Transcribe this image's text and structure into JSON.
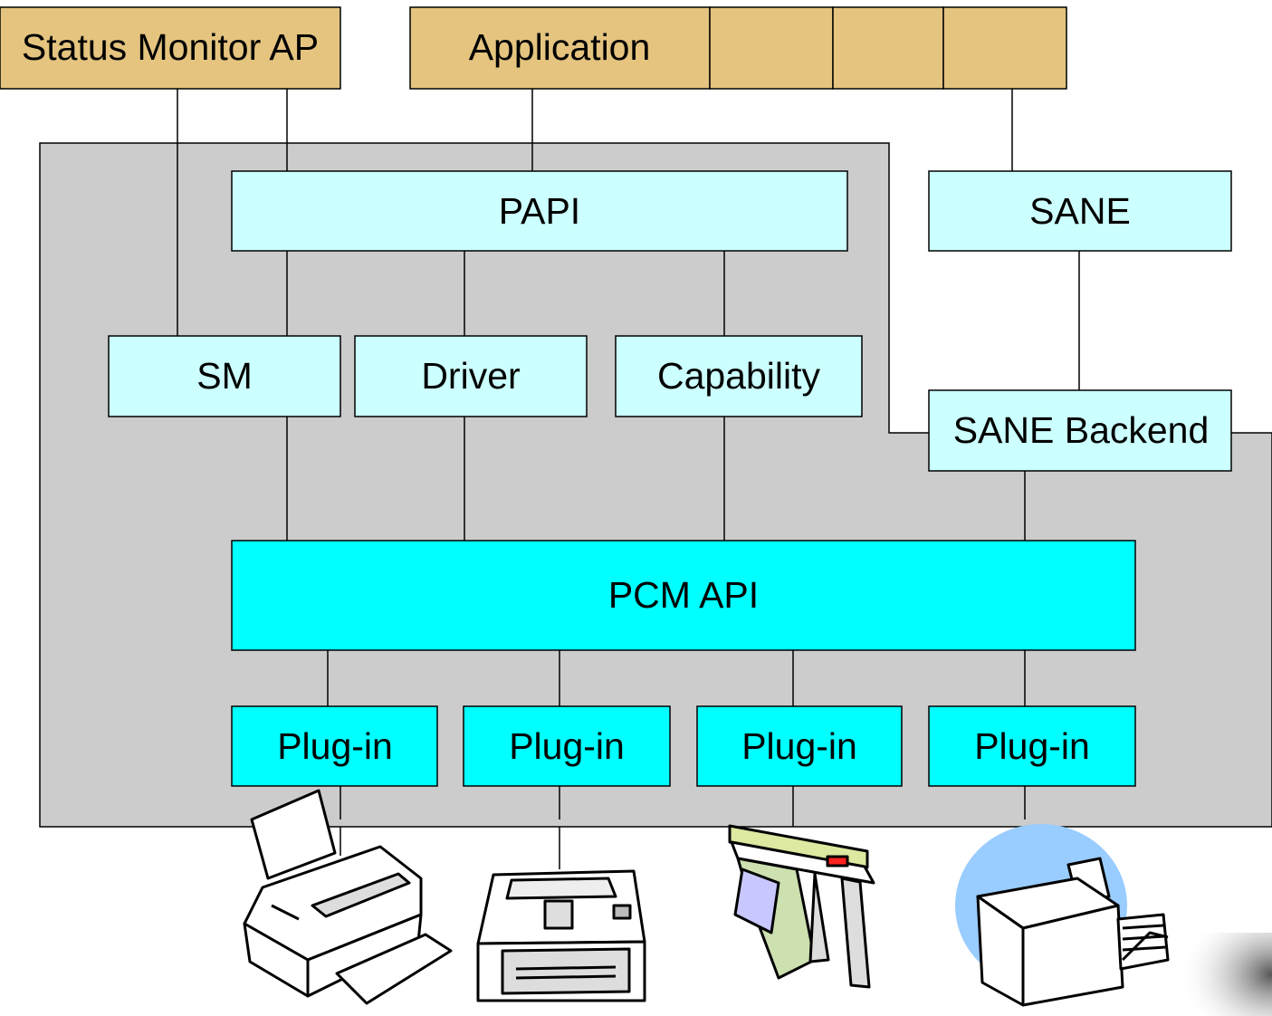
{
  "diagram": {
    "top": {
      "status_monitor": "Status Monitor AP",
      "application": "Application"
    },
    "mid": {
      "papi": "PAPI",
      "sane": "SANE",
      "sm": "SM",
      "driver": "Driver",
      "capability": "Capability",
      "sane_backend": "SANE Backend"
    },
    "pcm_api": "PCM API",
    "plugins": [
      "Plug-in",
      "Plug-in",
      "Plug-in",
      "Plug-in"
    ],
    "devices": [
      "inkjet-printer-icon",
      "laser-printer-icon",
      "plotter-icon",
      "copier-scanner-icon"
    ]
  },
  "colors": {
    "app_box": "#e4c47f",
    "light_box": "#ccffff",
    "cyan_box": "#00ffff",
    "panel": "#cccccc"
  }
}
